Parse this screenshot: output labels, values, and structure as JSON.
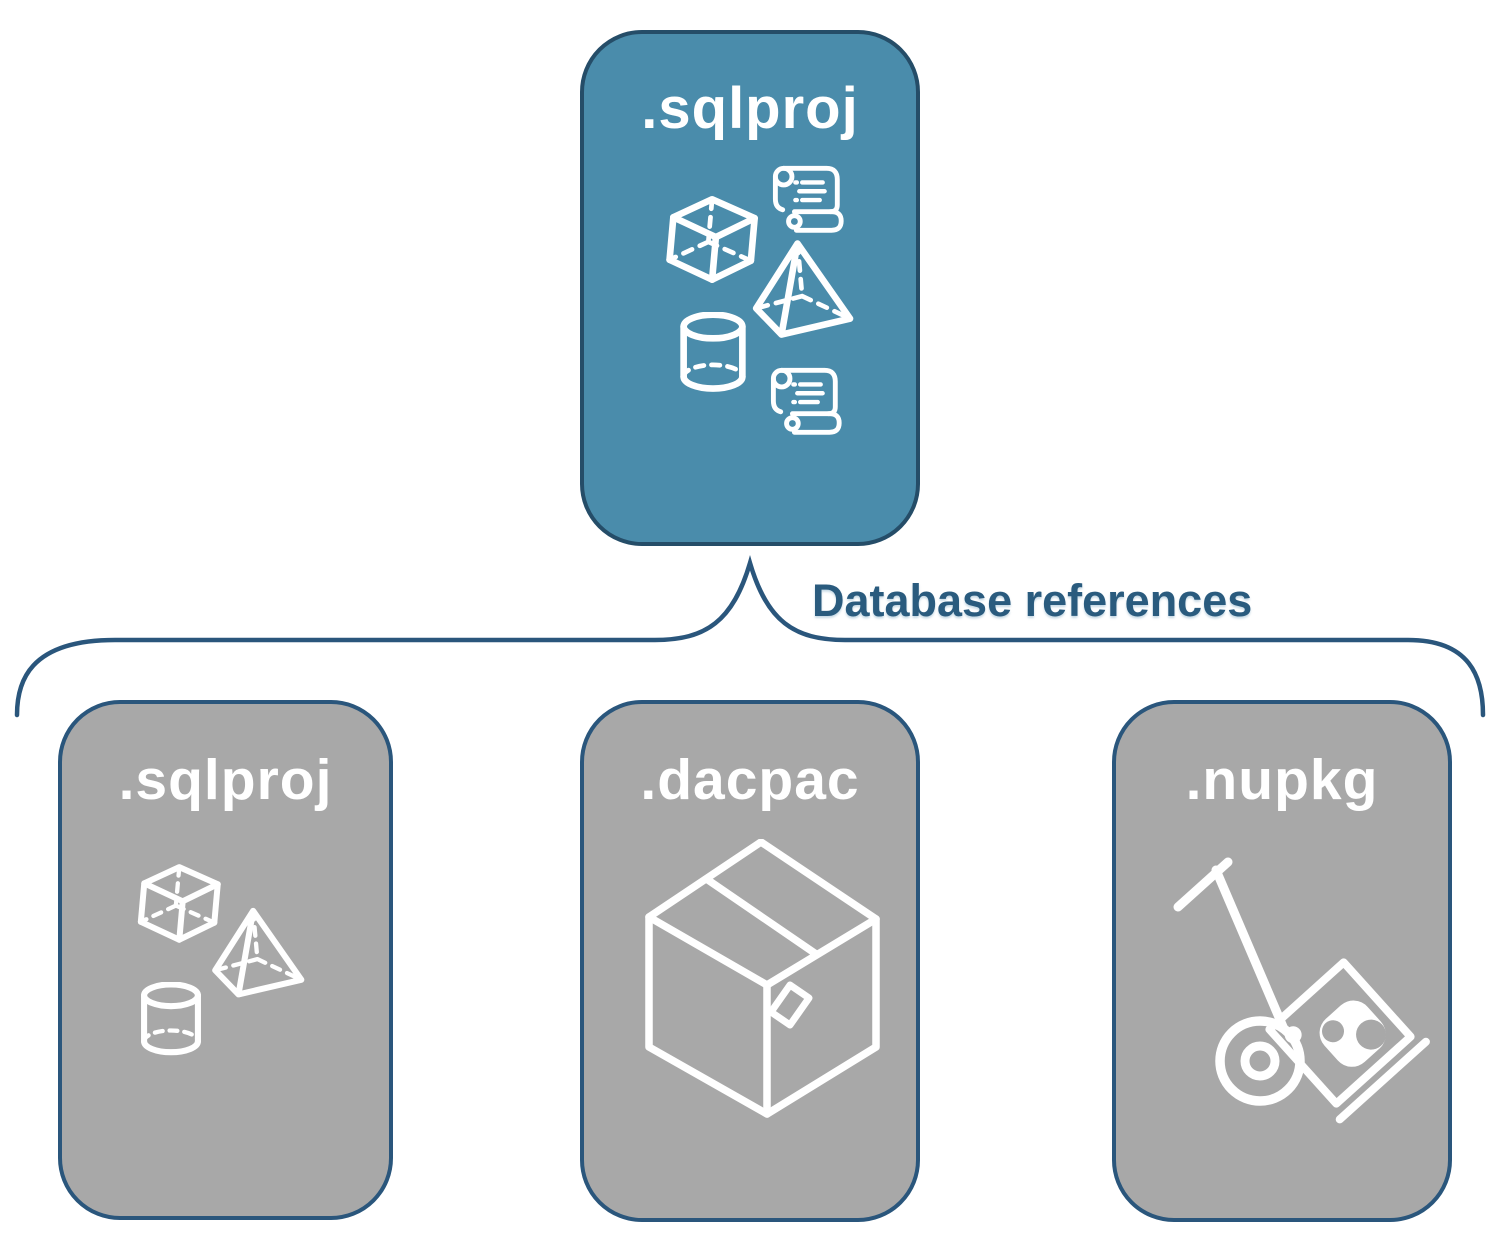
{
  "diagram": {
    "title_context": "SQL project database references diagram",
    "background_color": "#ffffff",
    "accent_color": "#2a5b7e",
    "parent": {
      "label": ".sqlproj",
      "fill_color": "#4a8cab",
      "border_color": "#254d68",
      "text_color": "#ffffff",
      "icons": [
        "script-scroll-icon",
        "cube-icon",
        "pyramid-icon",
        "database-cylinder-icon",
        "script-scroll-icon"
      ]
    },
    "connector": {
      "label": "Database references",
      "shape": "curly-brace-pointing-up",
      "line_color": "#2a567c"
    },
    "children": [
      {
        "label": ".sqlproj",
        "fill_color": "#a8a8a8",
        "border_color": "#2a567c",
        "text_color": "#ffffff",
        "icons": [
          "cube-icon",
          "pyramid-icon",
          "database-cylinder-icon"
        ]
      },
      {
        "label": ".dacpac",
        "fill_color": "#a8a8a8",
        "border_color": "#2a567c",
        "text_color": "#ffffff",
        "icons": [
          "package-box-icon"
        ]
      },
      {
        "label": ".nupkg",
        "fill_color": "#a8a8a8",
        "border_color": "#2a567c",
        "text_color": "#ffffff",
        "icons": [
          "hand-truck-nuget-icon"
        ]
      }
    ]
  }
}
